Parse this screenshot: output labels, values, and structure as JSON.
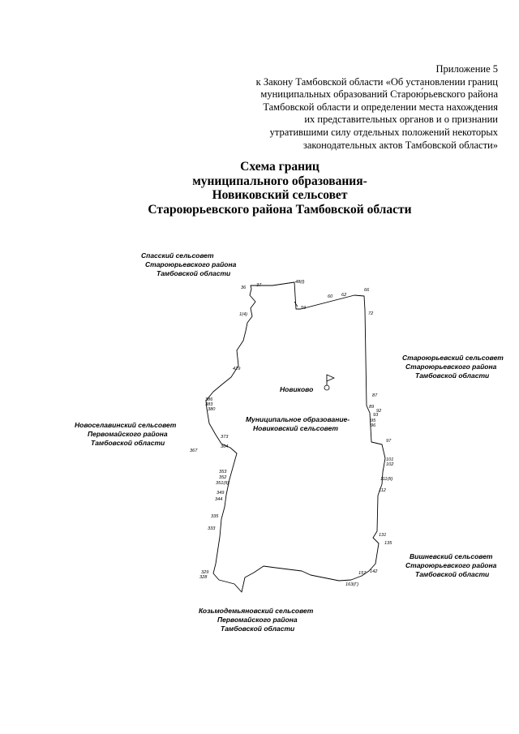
{
  "appendix": {
    "lines": [
      "Приложение 5",
      "к Закону Тамбовской области «Об установлении границ",
      "муниципальных образований Старою́рьевского района",
      "Тамбовской области и определении места нахождения",
      "их представительных органов и о признании",
      "утратившими силу отдельных положений некоторых",
      "законодательных актов Тамбовской области»"
    ]
  },
  "title": {
    "lines": [
      "Схема границ",
      "муниципального образования-",
      "Новиковский сельсовет",
      "Староюрьевского района Тамбовской области"
    ]
  },
  "map": {
    "neighbors": [
      {
        "lines": [
          "Спасский сельсовет",
          "Староюрьевского района",
          "Тамбовской области"
        ]
      },
      {
        "lines": [
          "Староюрьевский сельсовет",
          "Староюрьевского района",
          "Тамбовской области"
        ]
      },
      {
        "lines": [
          "Новоселавинский сельсовет",
          "Первомайского района",
          "Тамбовской области"
        ]
      },
      {
        "lines": [
          "Вишневский сельсовет",
          "Староюрьевского района",
          "Тамбовской области"
        ]
      },
      {
        "lines": [
          "Козьмодемьяновский сельсовет",
          "Первомайского района",
          "Тамбовской области"
        ]
      }
    ],
    "center": {
      "lines": [
        "Муниципальное образование-",
        "Новиковский сельсовет"
      ]
    },
    "settlement": "Новиково",
    "points": [
      "36",
      "37",
      "48(I)",
      "59",
      "60",
      "62",
      "66",
      "72",
      "1(4)",
      "429",
      "87",
      "89",
      "92",
      "93",
      "95",
      "96",
      "97",
      "101",
      "102",
      "111(II)",
      "112",
      "131",
      "135",
      "142",
      "157",
      "163(Г)",
      "386",
      "383",
      "380",
      "373",
      "364",
      "367",
      "353",
      "352",
      "351(II)",
      "349",
      "344",
      "335",
      "333",
      "329",
      "328"
    ]
  }
}
